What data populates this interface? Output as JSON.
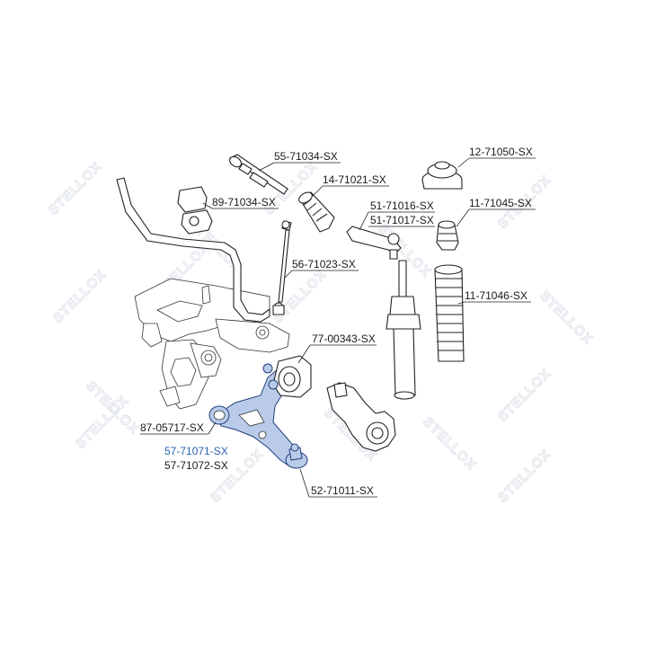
{
  "watermark": {
    "text": "STELLOX",
    "color": "#dfe3ea"
  },
  "highlight_color": "#2a5fb0",
  "part_fill_color": "#b9cbe9",
  "labels": {
    "l55_71034": "55-71034-SX",
    "l14_71021": "14-71021-SX",
    "l89_71034": "89-71034-SX",
    "l51_71016": "51-71016-SX",
    "l51_71017": "51-71017-SX",
    "l56_71023": "56-71023-SX",
    "l12_71050": "12-71050-SX",
    "l11_71045": "11-71045-SX",
    "l11_71046": "11-71046-SX",
    "l77_00343": "77-00343-SX",
    "l87_05717": "87-05717-SX",
    "l57_71071": "57-71071-SX",
    "l57_71072": "57-71072-SX",
    "l52_71011": "52-71011-SX"
  }
}
